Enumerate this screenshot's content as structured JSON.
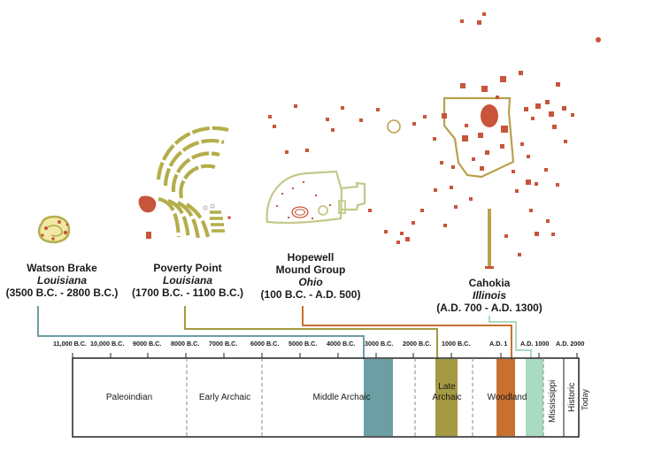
{
  "colors": {
    "mound_red": "#c8553a",
    "olive": "#b3ae4a",
    "hopewell_outline": "#c3c98a",
    "cahokia_outline": "#b8a14d",
    "watson_blue": "#6c9fa3",
    "poverty_olive": "#a39a43",
    "hopewell_orange": "#c9702f",
    "cahokia_green": "#a8dbc2",
    "timeline_border": "#222222"
  },
  "sites": [
    {
      "name": "Watson Brake",
      "location": "Louisiana",
      "dates": "(3500 B.C. - 2800 B.C.)"
    },
    {
      "name": "Poverty Point",
      "location": "Louisiana",
      "dates": "(1700 B.C. - 1100 B.C.)"
    },
    {
      "name_line1": "Hopewell",
      "name_line2": "Mound Group",
      "location": "Ohio",
      "dates": "(100 B.C. - A.D. 500)"
    },
    {
      "name": "Cahokia",
      "location": "Illinois",
      "dates": "(A.D. 700 - A.D. 1300)"
    }
  ],
  "axis_ticks": [
    "11,000 B.C.",
    "10,000 B.C.",
    "9000 B.C.",
    "8000 B.C.",
    "7000 B.C.",
    "6000 B.C.",
    "5000 B.C.",
    "4000 B.C.",
    "3000 B.C.",
    "2000 B.C.",
    "1000 B.C.",
    "A.D. 1",
    "A.D. 1000",
    "A.D. 2000"
  ],
  "periods": {
    "paleoindian": "Paleoindian",
    "early_archaic": "Early Archaic",
    "middle_archaic": "Middle Archaic",
    "late_archaic_1": "Late",
    "late_archaic_2": "Archaic",
    "woodland": "Woodland",
    "mississippi": "Mississippi",
    "historic": "Historic",
    "today": "Today"
  }
}
